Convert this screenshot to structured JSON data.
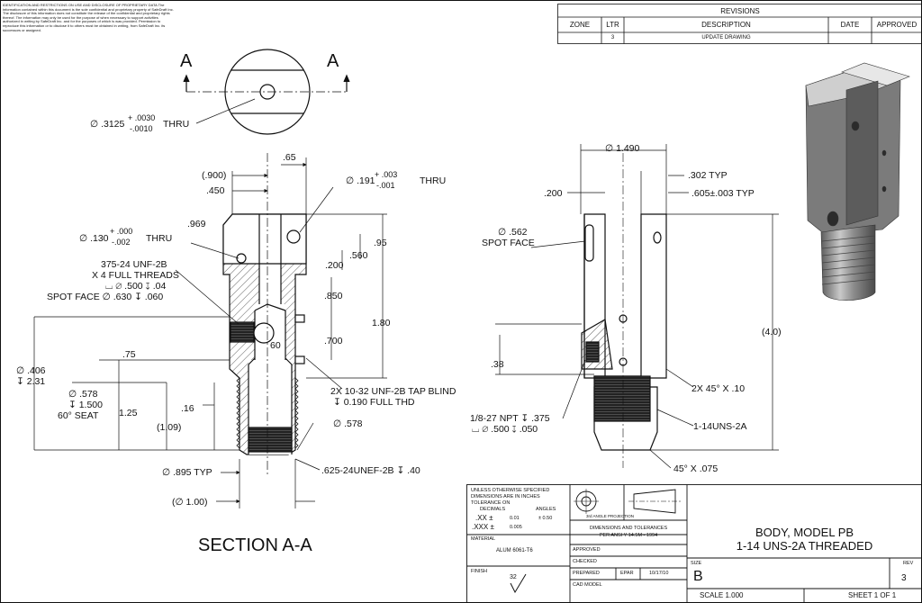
{
  "proprietary_notice": "IDENTIFICATION AND RESTRICTIONS ON USE AND DISCLOSURE OF PROPRIETARY DATA The information contained within this document is the sole confidential and proprietary property of SafeDraft Inc. The disclosure of this information does not constitute the release of the confidential and proprietary rights thereof. The information may only be used for the purpose of when necessary to support activities authorized in writing by SafeDraft Inc. and for the purposes of which is was provided. Permission to reproduce this information or to disclose it to others must be obtained in writing, from SafeDraft Inc. its successors or assigned.",
  "revisions": {
    "title": "REVISIONS",
    "headers": [
      "ZONE",
      "LTR",
      "DESCRIPTION",
      "DATE",
      "APPROVED"
    ],
    "rows": [
      [
        "",
        "3",
        "UPDATE DRAWING",
        "",
        ""
      ]
    ]
  },
  "section_view": {
    "cut_letter_left": "A",
    "cut_letter_right": "A",
    "title": "SECTION  A-A",
    "dims": {
      "thru_hole": "∅ .3125",
      "thru_hole_tol_plus": "+ .0030",
      "thru_hole_tol_minus": "-.0010",
      "thru_hole_suffix": "THRU",
      "d65": ".65",
      "d900": "(.900)",
      "d450": ".450",
      "d191": "∅ .191",
      "d191_tol_plus": "+ .003",
      "d191_tol_minus": "-.001",
      "d191_suffix": "THRU",
      "d969": ".969",
      "d130": "∅ .130",
      "d130_tol_plus": "+ .000",
      "d130_tol_minus": "-.002",
      "d130_suffix": "THRU",
      "d95": ".95",
      "d560": ".560",
      "d200": ".200",
      "thread_note_1": "375-24 UNF-2B",
      "thread_note_2": "X 4 FULL THREADS",
      "thread_note_3": "⌴ ∅ .500 ↧ .04",
      "thread_note_4": "SPOT FACE ∅ .630 ↧ .060",
      "d850": ".850",
      "d180": "1.80",
      "d60": "60",
      "d700": ".700",
      "d75": ".75",
      "d406": "∅ .406",
      "d231": "↧ 2.31",
      "d578_note_1": "∅ .578",
      "d578_note_2": "↧ 1.500",
      "d578_note_3": "60° SEAT",
      "d125": "1.25",
      "d16": ".16",
      "d109": "(1.09)",
      "tap_note_1": "2X 10-32 UNF-2B TAP BLIND",
      "tap_note_2": "↧ 0.190 FULL THD",
      "d578": "∅ .578",
      "d895": "∅ .895 TYP",
      "d625": ".625-24UNEF-2B ↧ .40",
      "d100": "(∅ 1.00)"
    }
  },
  "side_view": {
    "dims": {
      "d1490": "∅ 1.490",
      "d302": ".302 TYP",
      "d200": ".200",
      "d605": ".605±.003 TYP",
      "d562_1": "∅ .562",
      "d562_2": "SPOT FACE",
      "d40": "(4.0)",
      "d38": ".38",
      "chamfer1": "2X 45° X .10",
      "npt_1": "1/8-27 NPT ↧ .375",
      "npt_2": "⌴ ∅ .500 ↧ .050",
      "uns": "1-14UNS-2A",
      "chamfer2": "45° X .075"
    }
  },
  "title_block": {
    "tolerance_note": [
      "UNLESS OTHERWISE SPECIFIED",
      "DIMENSIONS ARE IN INCHES",
      "TOLERANCE ON"
    ],
    "decimals_label": "DECIMALS",
    "angles_label": "ANGLES",
    "xx": ".XX ±",
    "xx_val": "0.01",
    "xxx": ".XXX ±",
    "xxx_val": "0.005",
    "angle_val": "± 0.50",
    "projection": "3rd ANGLE PROJECTION",
    "standard_1": "DIMENSIONS AND TOLERANCES",
    "standard_2": "PER ANSI Y 14.5M - 1994",
    "material_label": "MATERIAL",
    "material": "ALUM 6061-T6",
    "finish_label": "FINISH",
    "finish_value": "32",
    "approved": "APPROVED",
    "checked": "CHECKED",
    "prepared": "PREPARED",
    "prepared_by": "EPAR",
    "prepared_date": "10/17/10",
    "cad_model": "CAD MODEL",
    "title_1": "BODY, MODEL PB",
    "title_2": "1-14 UNS-2A THREADED",
    "size_label": "SIZE",
    "size": "B",
    "rev_label": "REV",
    "rev": "3",
    "scale": "SCALE 1.000",
    "sheet": "SHEET 1 OF 1"
  }
}
